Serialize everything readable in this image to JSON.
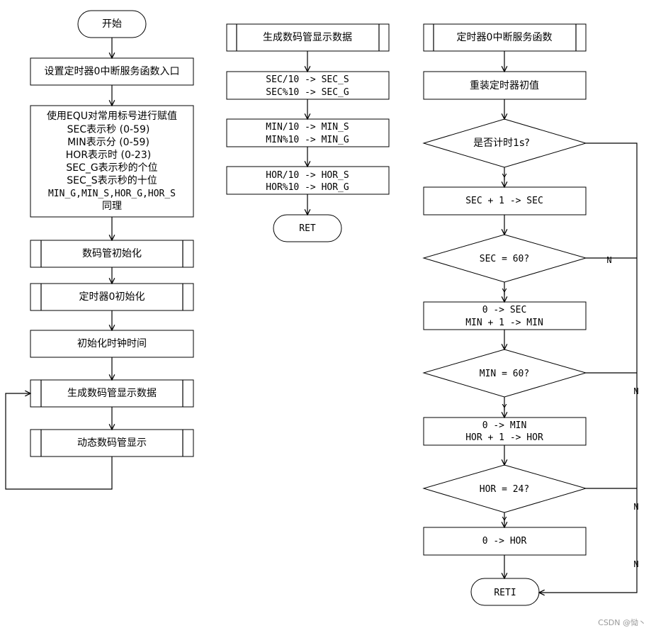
{
  "col1": {
    "start": "开始",
    "set_isr_entry": "设置定时器0中断服务函数入口",
    "equ_block": [
      "使用EQU对常用标号进行赋值",
      "SEC表示秒 (0-59)",
      "MIN表示分 (0-59)",
      "HOR表示时 (0-23)",
      "SEC_G表示秒的个位",
      "SEC_S表示秒的十位",
      "MIN_G,MIN_S,HOR_G,HOR_S",
      "同理"
    ],
    "seg_init": "数码管初始化",
    "timer_init": "定时器0初始化",
    "clock_init": "初始化时钟时间",
    "gen_data": "生成数码管显示数据",
    "dyn_display": "动态数码管显示"
  },
  "col2": {
    "title": "生成数码管显示数据",
    "sec_ops": [
      "SEC/10 -> SEC_S",
      "SEC%10 -> SEC_G"
    ],
    "min_ops": [
      "MIN/10 -> MIN_S",
      "MIN%10 -> MIN_G"
    ],
    "hor_ops": [
      "HOR/10 -> HOR_S",
      "HOR%10 -> HOR_G"
    ],
    "ret": "RET"
  },
  "col3": {
    "title": "定时器0中断服务函数",
    "reload": "重装定时器初值",
    "check_1s": "是否计时1s?",
    "sec_inc": "SEC + 1 -> SEC",
    "sec_check": "SEC = 60?",
    "sec_reset": [
      "0 -> SEC",
      "MIN + 1 -> MIN"
    ],
    "min_check": "MIN = 60?",
    "min_reset": [
      "0 -> MIN",
      "HOR + 1 -> HOR"
    ],
    "hor_check": "HOR = 24?",
    "hor_reset": "0 -> HOR",
    "reti": "RETI",
    "yes": "Y",
    "no": "N"
  },
  "watermark": "CSDN @恸丶"
}
